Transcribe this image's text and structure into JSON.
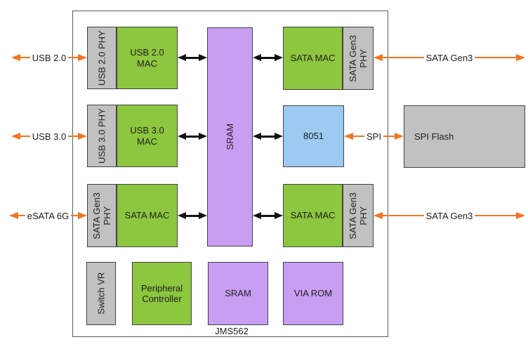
{
  "diagram_title": "JMS562",
  "chip": {
    "label": "JMS562",
    "blocks": {
      "usb2_phy": {
        "label": "USB 2.0 PHY"
      },
      "usb2_mac": {
        "label": "USB 2.0\nMAC"
      },
      "usb3_phy": {
        "label": "USB 3.0 PHY"
      },
      "usb3_mac": {
        "label": "USB 3.0\nMAC"
      },
      "sram_main": {
        "label": "SRAM"
      },
      "esata_phy": {
        "label": "SATA Gen3\nPHY"
      },
      "esata_mac": {
        "label": "SATA MAC"
      },
      "sata_mac_top": {
        "label": "SATA MAC"
      },
      "sata_phy_top": {
        "label": "SATA Gen3\nPHY"
      },
      "mcu_8051": {
        "label": "8051"
      },
      "sata_mac_bot": {
        "label": "SATA MAC"
      },
      "sata_phy_bot": {
        "label": "SATA Gen3\nPHY"
      },
      "switch_vr": {
        "label": "Switch VR"
      },
      "peripheral_controller": {
        "label": "Peripheral\nController"
      },
      "sram_small": {
        "label": "SRAM"
      },
      "via_rom": {
        "label": "VIA ROM"
      }
    }
  },
  "external": {
    "spi_flash": {
      "label": "SPI Flash"
    }
  },
  "ports": {
    "usb2": {
      "label": "USB 2.0"
    },
    "usb3": {
      "label": "USB 3.0"
    },
    "esata": {
      "label": "eSATA 6G"
    },
    "sata_top": {
      "label": "SATA Gen3"
    },
    "spi": {
      "label": "SPI"
    },
    "sata_bot": {
      "label": "SATA Gen3"
    }
  },
  "colors": {
    "block_green": "#8dc63f",
    "block_purple": "#c89ef2",
    "block_blue": "#9ccaf2",
    "block_gray": "#c1c1c1",
    "arrow_orange": "#f47421",
    "arrow_black": "#111111",
    "border": "#424242"
  }
}
